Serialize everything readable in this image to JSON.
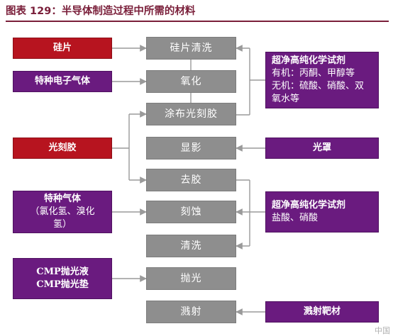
{
  "title": "图表 129：半导体制造过程中所需的材料",
  "steps": [
    "硅片清洗",
    "氧化",
    "涂布光刻胶",
    "显影",
    "去胶",
    "刻蚀",
    "清洗",
    "抛光",
    "溅射"
  ],
  "left": {
    "silicon": "硅片",
    "gas": "特种电子气体",
    "photoresist": "光刻胶",
    "special_gas_l1": "特种气体",
    "special_gas_l2": "（氯化氢、溴化",
    "special_gas_l3": "氢）",
    "cmp_l1": "CMP抛光液",
    "cmp_l2": "CMP抛光垫"
  },
  "right": {
    "reagent1_head": "超净高纯化学试剂",
    "reagent1_l1": "有机：丙酮、甲醇等",
    "reagent1_l2": "无机：硫酸、硝酸、双",
    "reagent1_l3": "氧水等",
    "mask": "光罩",
    "reagent2_head": "超净高纯化学试剂",
    "reagent2_l1": "盐酸、硝酸",
    "target": "溅射靶材"
  },
  "colors": {
    "red": "#b7141f",
    "purple": "#6a1b7f",
    "gray": "#8e8e8e",
    "line": "#9a9a9a",
    "title": "#7a1f3a"
  },
  "watermark": "中国"
}
